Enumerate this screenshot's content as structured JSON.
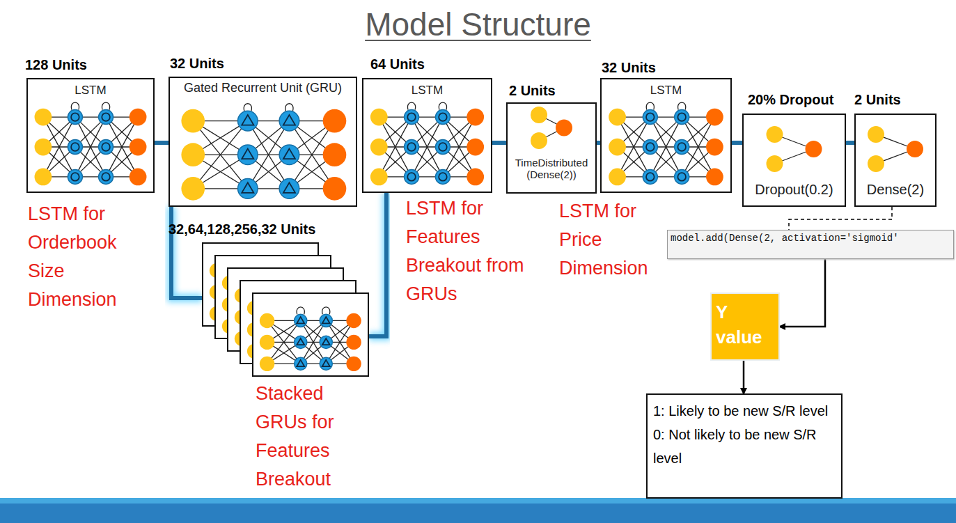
{
  "diagram": {
    "title": "Model Structure",
    "nodes": [
      {
        "text": [
          "128 Units",
          "LSTM"
        ]
      },
      {
        "text": [
          "32 Units",
          "Gated Recurrent Unit (GRU)"
        ]
      },
      {
        "text": [
          "32,64,128,256,32 Units"
        ]
      },
      {
        "text": [
          "64 Units",
          "LSTM"
        ]
      },
      {
        "text": [
          "2 Units",
          "TimeDistributed (Dense(2))"
        ]
      },
      {
        "text": [
          "32 Units",
          "LSTM"
        ]
      },
      {
        "text": [
          "20% Dropout",
          "Dropout(0.2)"
        ]
      },
      {
        "text": [
          "2 Units",
          "Dense(2)"
        ]
      },
      {
        "text": [
          "model.add(Dense(2, activation='sigmoid'"
        ]
      },
      {
        "text": [
          "Y value"
        ]
      },
      {
        "text": [
          "1: Likely to be new S/R level",
          "0: Not likely to be new S/R level"
        ]
      }
    ],
    "edges": [
      {
        "from": 0,
        "to": 1,
        "arrow": "none"
      },
      {
        "from": 1,
        "to": 2,
        "arrow": "none"
      },
      {
        "from": 2,
        "to": 3,
        "arrow": "none"
      },
      {
        "from": 3,
        "to": 4,
        "arrow": "none"
      },
      {
        "from": 4,
        "to": 5,
        "arrow": "none"
      },
      {
        "from": 5,
        "to": 6,
        "arrow": "none"
      },
      {
        "from": 6,
        "to": 7,
        "arrow": "none"
      },
      {
        "from": 7,
        "to": 8,
        "arrow": "none"
      },
      {
        "from": 8,
        "to": 9,
        "arrow": "to"
      },
      {
        "from": 9,
        "to": 10,
        "arrow": "to"
      }
    ],
    "labels": [
      "LSTM for Orderbook Size Dimension",
      "LSTM for Features Breakout from GRUs",
      "LSTM for Price Dimension",
      "Stacked GRUs for Features Breakout"
    ]
  }
}
